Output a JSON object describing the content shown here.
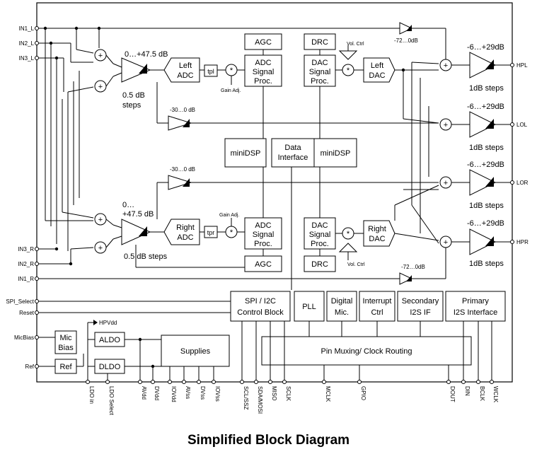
{
  "caption": "Simplified Block Diagram",
  "left_pins": {
    "in1_l": "IN1_L",
    "in2_l": "IN2_L",
    "in3_l": "IN3_L",
    "in3_r": "IN3_R",
    "in2_r": "IN2_R",
    "in1_r": "IN1_R",
    "spi_select": "SPI_Select",
    "reset": "Reset",
    "micbias": "MicBias",
    "ref": "Ref"
  },
  "right_pins": {
    "hpl": "HPL",
    "lol": "LOL",
    "lor": "LOR",
    "hpr": "HPR"
  },
  "blocks": {
    "agc": "AGC",
    "drc": "DRC",
    "left_adc": [
      "Left",
      "ADC"
    ],
    "right_adc": [
      "Right",
      "ADC"
    ],
    "left_dac": [
      "Left",
      "DAC"
    ],
    "right_dac": [
      "Right",
      "DAC"
    ],
    "adc_proc": [
      "ADC",
      "Signal",
      "Proc."
    ],
    "dac_proc": [
      "DAC",
      "Signal",
      "Proc."
    ],
    "minidsp": "miniDSP",
    "data_interface": [
      "Data",
      "Interface"
    ],
    "spi_i2c": [
      "SPI / I2C",
      "Control Block"
    ],
    "pll": "PLL",
    "digital_mic": [
      "Digital",
      "Mic."
    ],
    "interrupt": [
      "Interrupt",
      "Ctrl"
    ],
    "secondary": [
      "Secondary",
      "I2S IF"
    ],
    "primary": [
      "Primary",
      "I2S Interface"
    ],
    "mic_bias": [
      "Mic",
      "Bias"
    ],
    "ref": "Ref",
    "aldo": "ALDO",
    "dldo": "DLDO",
    "supplies": "Supplies",
    "pin_muxing": "Pin Muxing/ Clock Routing"
  },
  "labels": {
    "pga_gain": "0…+47.5 dB",
    "pga_gain_r_1": "0…",
    "pga_gain_r_2": "+47.5 dB",
    "steps_l_1": "0.5 dB",
    "steps_l_2": "steps",
    "steps_r": "0.5 dB steps",
    "bypass_gain": "-30…0 dB",
    "hp_bypass_gain": "-72…0dB",
    "out_gain": "-6…+29dB",
    "out_steps": "1dB steps",
    "gain_adj": "Gain Adj.",
    "vol_ctrl": "Vol. Ctrl",
    "tpl": "tpl",
    "tpr": "tpr",
    "hpvdd": "HPVdd",
    "plus": "+",
    "mult": "*"
  },
  "bottom_pins": [
    "LDO in",
    "LDO Select",
    "AVdd",
    "DVdd",
    "IOVdd",
    "AVss",
    "DVss",
    "IOVss",
    "SCL/SSZ",
    "SDA/MOSI",
    "MISO",
    "SCLK",
    "MCLK",
    "GPIO",
    "DOUT",
    "DIN",
    "BCLK",
    "WCLK"
  ]
}
